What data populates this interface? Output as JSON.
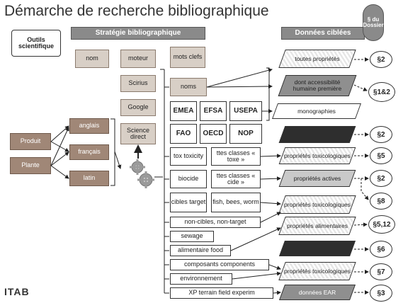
{
  "title": "Démarche de recherche bibliographique",
  "headers": {
    "strategy": "Stratégie bibliographique",
    "targets": "Données ciblées",
    "dossier": "§ du Dossier",
    "tools": "Outils scientifique"
  },
  "strategy_row": {
    "nom": "nom",
    "moteur": "moteur",
    "mots_clefs": "mots clefs"
  },
  "engines": [
    "Scirius",
    "Google",
    "Science direct"
  ],
  "inputs": [
    "Produit",
    "Plante"
  ],
  "languages": [
    "anglais",
    "français",
    "latin"
  ],
  "agencies": {
    "noms": "noms",
    "row1": [
      "EMEA",
      "EFSA",
      "USEPA"
    ],
    "row2": [
      "FAO",
      "OECD",
      "NOP"
    ]
  },
  "keywords": {
    "tox": "tox toxicity",
    "ttes_toxe": "ttes classes « toxe »",
    "biocide": "biocide",
    "ttes_cide": "ttes classes « cide »",
    "cibles": "cibles target",
    "fish": "fish, bees, worm",
    "non_cibles": "non-cibles, non-target",
    "sewage": "sewage",
    "alimentaire": "alimentaire food",
    "composants": "composants components",
    "environnement": "environnement",
    "xp": "XP terrain field experim"
  },
  "targets": [
    {
      "text": "toutes propriétés",
      "style": "white"
    },
    {
      "text": "dont accessibilité humaine première",
      "style": "grey"
    },
    {
      "text": "monographies",
      "style": "white"
    },
    {
      "text": "",
      "style": "dark"
    },
    {
      "text": "propriétés toxicologiques",
      "style": "grey"
    },
    {
      "text": "propriétés actives",
      "style": "grey"
    },
    {
      "text": "propriétés toxicologiques",
      "style": "dots"
    },
    {
      "text": "propriétés alimentaires",
      "style": "dots"
    },
    {
      "text": "",
      "style": "dark"
    },
    {
      "text": "propriétés toxicologiques",
      "style": "dots"
    },
    {
      "text": "données EAR",
      "style": "grey"
    }
  ],
  "paragraphs": [
    "§2",
    "§1&2",
    "§2",
    "§5",
    "§2",
    "§8",
    "§5,12",
    "§6",
    "§7",
    "§3"
  ],
  "logo": "ITAB"
}
